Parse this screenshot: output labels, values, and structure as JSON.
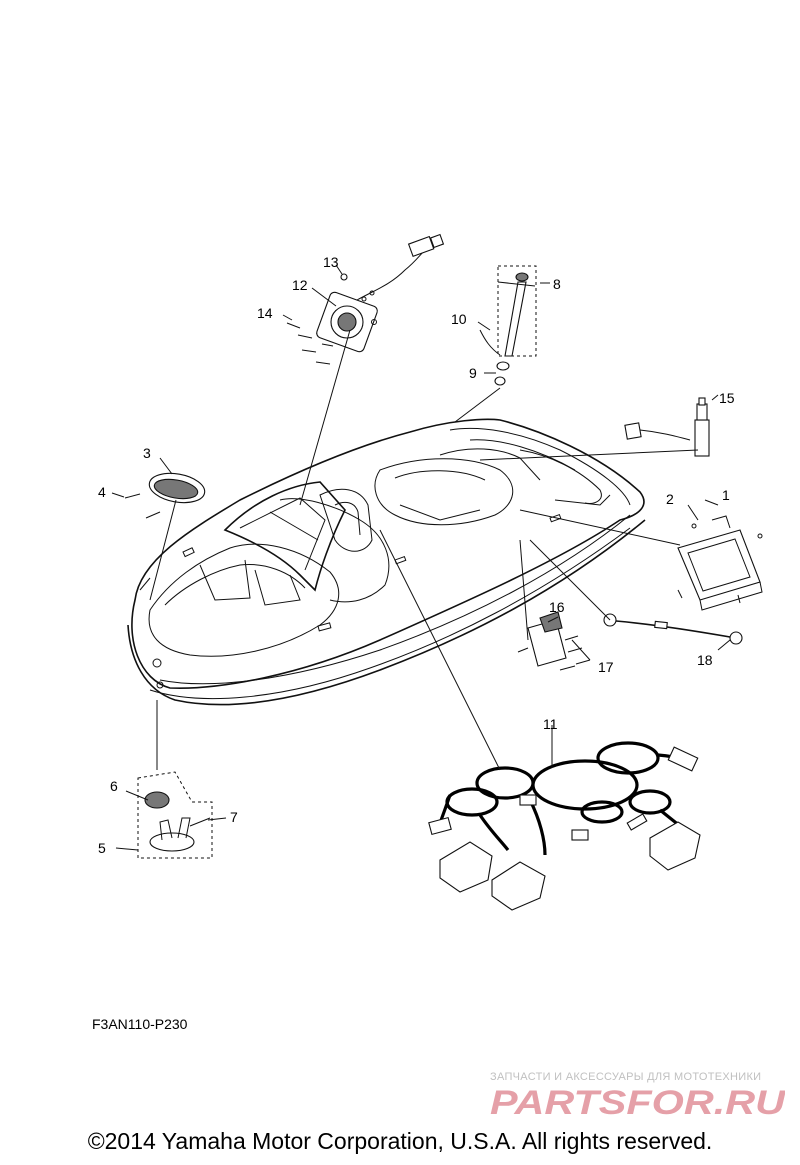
{
  "callouts": [
    "1",
    "2",
    "3",
    "4",
    "5",
    "6",
    "7",
    "8",
    "9",
    "10",
    "11",
    "12",
    "13",
    "14",
    "15",
    "16",
    "17",
    "18"
  ],
  "diagram_code": "F3AN110-P230",
  "watermark": {
    "tagline": "ЗАПЧАСТИ И АКСЕССУАРЫ ДЛЯ МОТОТЕХНИКИ",
    "logo": "PARTSFOR.RU",
    "color": "#e5a0a8"
  },
  "copyright": "©2014 Yamaha Motor Corporation, U.S.A. All rights reserved."
}
